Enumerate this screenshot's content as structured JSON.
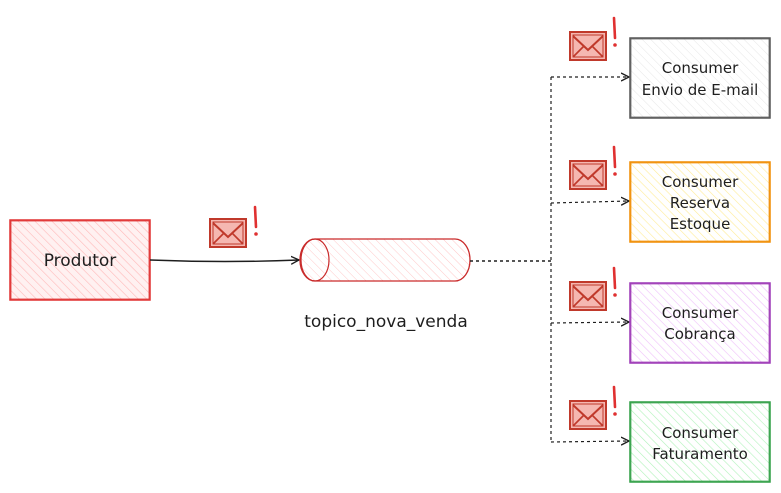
{
  "producer": {
    "label": "Produtor"
  },
  "topic": {
    "label": "topico_nova_venda"
  },
  "consumers": [
    {
      "lines": [
        "Consumer",
        "Envio de E-mail"
      ]
    },
    {
      "lines": [
        "Consumer",
        "Reserva",
        "Estoque"
      ]
    },
    {
      "lines": [
        "Consumer",
        "Cobrança"
      ]
    },
    {
      "lines": [
        "Consumer",
        "Faturamento"
      ]
    }
  ],
  "colors": {
    "producer_fill": "#ffc9c9",
    "producer_stroke": "#e03131",
    "topic_stroke": "#c92a2a",
    "topic_fill": "#ffe3e3",
    "email_stroke": "#555555",
    "email_fill": "#f1f3f5",
    "stock_stroke": "#f08c00",
    "stock_fill": "#fff3bf",
    "billing_stroke": "#9c36b5",
    "billing_fill": "#f3d9fa",
    "invoice_stroke": "#2f9e44",
    "invoice_fill": "#d3f9d8",
    "message_icon": "#c0392b",
    "alert": "#e03131"
  },
  "icons": [
    "envelope-icon",
    "exclamation-icon"
  ]
}
